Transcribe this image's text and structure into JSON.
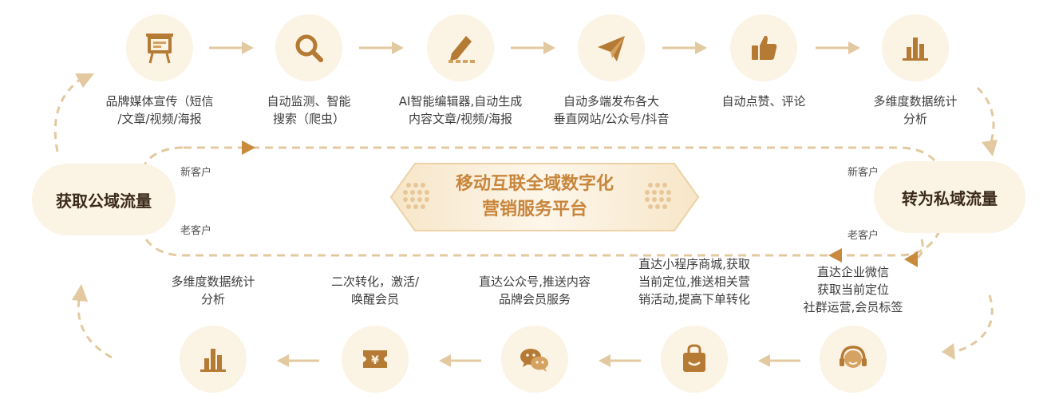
{
  "colors": {
    "accent": "#d6a261",
    "accent_dark": "#b57a34",
    "icon_bg": "#fbf3e4",
    "center_text": "#c8863c",
    "dashed_loop": "#e3c9a0"
  },
  "center": {
    "line1": "移动互联全域数字化",
    "line2": "营销服务平台"
  },
  "left_node": {
    "label": "获取公域流量"
  },
  "right_node": {
    "label": "转为私域流量"
  },
  "customers": {
    "new_left": "新客户",
    "old_left": "老客户",
    "new_right": "新客户",
    "old_right": "老客户"
  },
  "top_steps": [
    {
      "icon": "billboard-icon",
      "label": "品牌媒体宣传（短信\n/文章/视频/海报"
    },
    {
      "icon": "search-icon",
      "label": "自动监测、智能\n搜索（爬虫）"
    },
    {
      "icon": "edit-icon",
      "label": "AI智能编辑器,自动生成\n内容文章/视频/海报"
    },
    {
      "icon": "send-icon",
      "label": "自动多端发布各大\n垂直网站/公众号/抖音"
    },
    {
      "icon": "thumbs-up-icon",
      "label": "自动点赞、评论"
    },
    {
      "icon": "bar-chart-icon",
      "label": "多维度数据统计\n分析"
    }
  ],
  "bottom_steps": [
    {
      "icon": "bar-chart-icon",
      "label": "多维度数据统计\n分析"
    },
    {
      "icon": "coupon-icon",
      "label": "二次转化，激活/\n唤醒会员"
    },
    {
      "icon": "wechat-icon",
      "label": "直达公众号,推送内容\n品牌会员服务"
    },
    {
      "icon": "shopping-bag-icon",
      "label": "直达小程序商城,获取\n当前定位,推送相关营\n销活动,提高下单转化"
    },
    {
      "icon": "headset-icon",
      "label": "直达企业微信\n获取当前定位\n社群运营,会员标签"
    }
  ]
}
